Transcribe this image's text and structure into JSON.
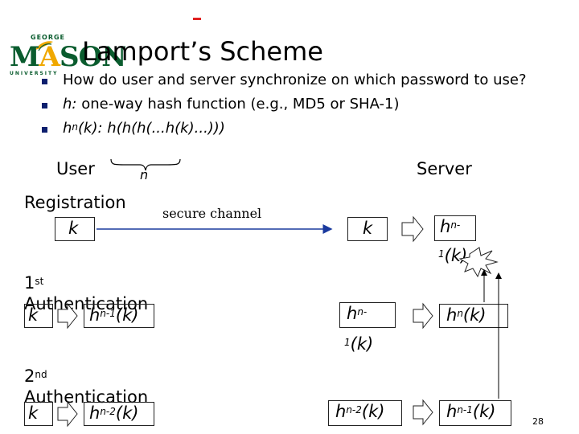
{
  "slide": {
    "title": "Lamport’s Scheme",
    "page_number": "28",
    "logo": {
      "top": "GEORGE",
      "main_a": "M",
      "main_b": "A",
      "main_c": "SON",
      "bottom": "UNIVERSITY"
    },
    "bullets": [
      {
        "text": "How do user and server synchronize on which password to use?"
      },
      {
        "italic": "h:",
        "text": " one-way hash function (e.g., MD5 or SHA-1)"
      },
      {
        "italic": "h",
        "sup": "n",
        "text": "(k): h(h(h(...h(k)...)))"
      }
    ],
    "brace_label": "n",
    "user_label": "User",
    "server_label": "Server",
    "registration": {
      "label": "Registration",
      "k": "k",
      "channel_label": "secure channel",
      "server_k": "k",
      "server_h": "h",
      "server_h_sup": "n-",
      "server_h_wrap_sup": "1",
      "server_h_wrap": "(k)"
    },
    "auth1": {
      "label_sup": "st",
      "label_num": "1",
      "label": "Authentication",
      "k": "k",
      "h": "h",
      "h_sup": "n-1",
      "h_arg": "(k)",
      "server_left_h": "h",
      "server_left_sup": "n-",
      "server_left_wrap_sup": "1",
      "server_left_wrap": "(k)",
      "server_right_h": "h",
      "server_right_sup": "n",
      "server_right_arg": "(k)"
    },
    "auth2": {
      "label_sup": "nd",
      "label_num": "2",
      "label": "Authentication",
      "k": "k",
      "h": "h",
      "h_sup": "n-2",
      "h_arg": "(k)",
      "server_left_h": "h",
      "server_left_sup": "n-2",
      "server_left_arg": "(k)",
      "server_right_h": "h",
      "server_right_sup": "n-1",
      "server_right_arg": "(k)"
    },
    "colors": {
      "accent_red": "#e02020",
      "bullet": "#0d1f6e",
      "arrow_blue": "#1a3a9e",
      "logo_green": "#0a5c2e",
      "logo_gold": "#f0a800"
    }
  }
}
